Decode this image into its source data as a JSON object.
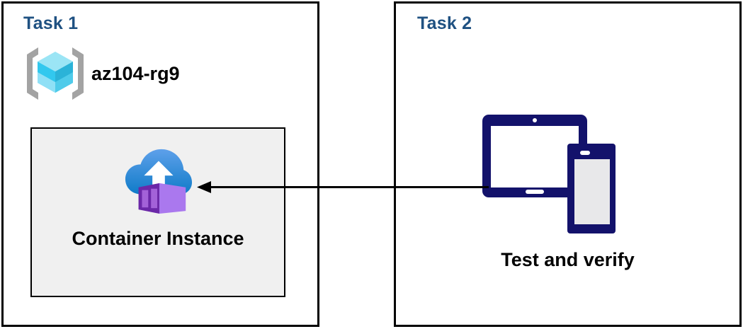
{
  "diagram": {
    "title_color": "#1F5182",
    "panels": [
      {
        "id": "task1",
        "title": "Task 1",
        "resource_group": {
          "icon": "resource-group-icon",
          "label": "az104-rg9"
        },
        "card": {
          "icon": "container-instance-icon",
          "label": "Container Instance",
          "background": "#F0F0F0"
        }
      },
      {
        "id": "task2",
        "title": "Task 2",
        "devices": {
          "icon": "tablet-and-phone-icon",
          "label": "Test and verify",
          "color": "#13126B"
        }
      }
    ],
    "connector": {
      "icon": "arrow-left-icon",
      "direction": "right-to-left",
      "color": "#000000"
    }
  }
}
